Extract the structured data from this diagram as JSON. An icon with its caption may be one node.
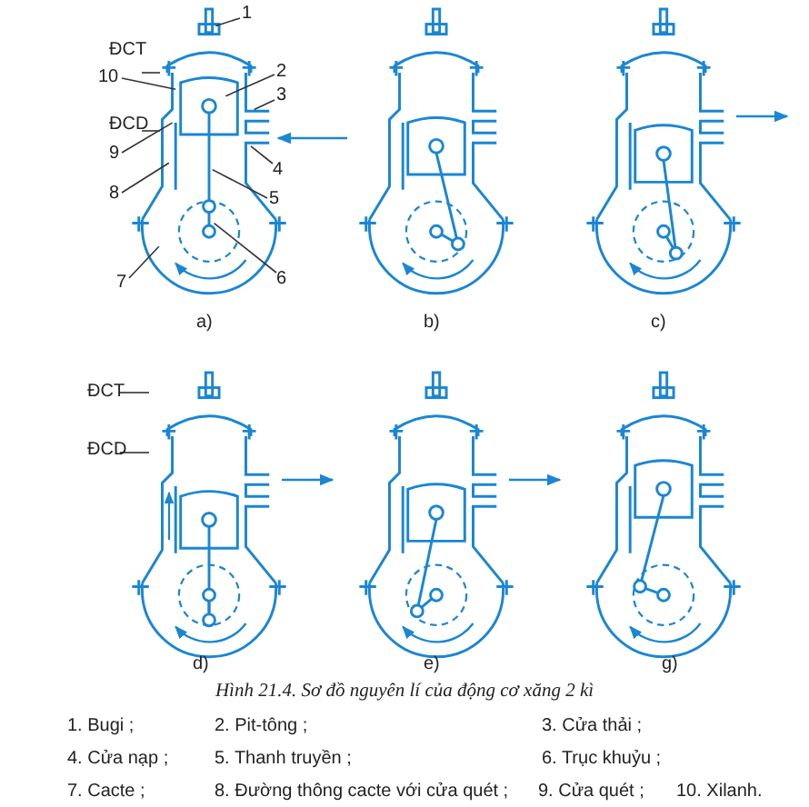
{
  "diagram": {
    "caption": "Hình 21.4. Sơ đồ nguyên lí của động cơ xăng 2 kì",
    "nodes": [
      {
        "text": [
          "1"
        ]
      },
      {
        "text": [
          "2"
        ]
      },
      {
        "text": [
          "3"
        ]
      },
      {
        "text": [
          "4"
        ]
      },
      {
        "text": [
          "5"
        ]
      },
      {
        "text": [
          "6"
        ]
      },
      {
        "text": [
          "7"
        ]
      },
      {
        "text": [
          "8"
        ]
      },
      {
        "text": [
          "9"
        ]
      },
      {
        "text": [
          "10"
        ]
      }
    ],
    "edges": [
      {
        "from": 0,
        "to": null,
        "arrow": "none"
      },
      {
        "from": 1,
        "to": null,
        "arrow": "none"
      },
      {
        "from": 2,
        "to": null,
        "arrow": "none"
      },
      {
        "from": 3,
        "to": null,
        "arrow": "none"
      },
      {
        "from": 4,
        "to": null,
        "arrow": "none"
      },
      {
        "from": 5,
        "to": null,
        "arrow": "none"
      },
      {
        "from": 6,
        "to": null,
        "arrow": "none"
      },
      {
        "from": 7,
        "to": null,
        "arrow": "none"
      },
      {
        "from": 8,
        "to": null,
        "arrow": "none"
      },
      {
        "from": 9,
        "to": null,
        "arrow": "none"
      }
    ],
    "labels": [
      "ĐCT",
      "ĐCD",
      "a)",
      "b)",
      "c)",
      "ĐCT",
      "ĐCD",
      "d)",
      "e)",
      "g)",
      "1. Bugi ;",
      "2. Pit-tông ;",
      "3. Cửa thải ;",
      "4. Cửa nạp ;",
      "5. Thanh truyền ;",
      "6. Trục khuỷu ;",
      "7. Cacte ;",
      "8. Đường thông cacte với cửa quét ;",
      "9. Cửa quét ;",
      "10. Xilanh."
    ]
  }
}
